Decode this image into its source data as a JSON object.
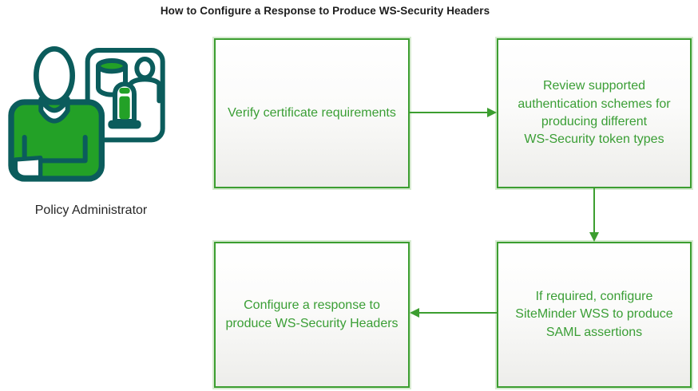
{
  "title": "How to Configure a Response to Produce WS-Security Headers",
  "actor": {
    "label": "Policy Administrator",
    "icon": "policy-administrator-icon"
  },
  "flow": {
    "steps": [
      {
        "id": 1,
        "text": "Verify certificate requirements"
      },
      {
        "id": 2,
        "text": "Review supported\nauthentication schemes for\nproducing different\nWS-Security token types"
      },
      {
        "id": 3,
        "text": "If required, configure\nSiteMinder WSS to produce\nSAML assertions"
      },
      {
        "id": 4,
        "text": "Configure a response to\nproduce WS-Security Headers"
      }
    ],
    "connections": [
      {
        "from": 1,
        "to": 2,
        "direction": "right"
      },
      {
        "from": 2,
        "to": 3,
        "direction": "down"
      },
      {
        "from": 3,
        "to": 4,
        "direction": "left"
      }
    ]
  },
  "colors": {
    "box_border_green": "#3c9e30",
    "box_text_green": "#3a9e35",
    "arrow_green": "#3c9e30",
    "icon_green": "#23a127",
    "icon_teal": "#0b5c5c",
    "title_text": "#1d1d1d",
    "box_fill_top": "#ffffff",
    "box_fill_bottom": "#ededea"
  }
}
